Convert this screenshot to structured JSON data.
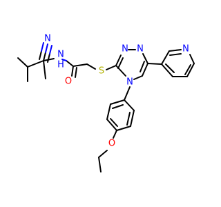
{
  "molecule": {
    "atoms": [
      {
        "id": "nitrile_n",
        "symbol": "N",
        "color": "#0000ff"
      },
      {
        "id": "amide_n",
        "symbol": "N",
        "color": "#0000ff"
      },
      {
        "id": "h_on_amide_n",
        "symbol": "H",
        "color": "#0000ff"
      },
      {
        "id": "carbonyl_o",
        "symbol": "O",
        "color": "#ff0000"
      },
      {
        "id": "thioether_s",
        "symbol": "S",
        "color": "#b2b200"
      },
      {
        "id": "triazole_n_top_left",
        "symbol": "N",
        "color": "#0000ff"
      },
      {
        "id": "triazole_n_top_right",
        "symbol": "N",
        "color": "#0000ff"
      },
      {
        "id": "triazole_n_bottom",
        "symbol": "N",
        "color": "#0000ff"
      },
      {
        "id": "pyridine_n",
        "symbol": "N",
        "color": "#0000ff"
      },
      {
        "id": "ether_o",
        "symbol": "O",
        "color": "#ff0000"
      }
    ],
    "bond_color": "#000000"
  }
}
